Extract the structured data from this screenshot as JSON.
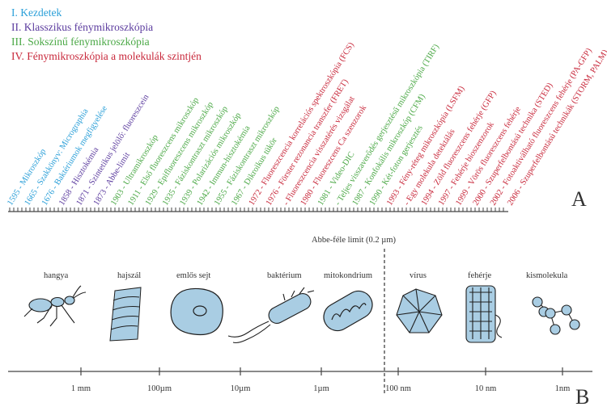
{
  "legend": [
    {
      "label": "I. Kezdetek",
      "color": "#2a9fd8"
    },
    {
      "label": "II. Klasszikus fénymikroszkópia",
      "color": "#5b3b9e"
    },
    {
      "label": "III. Sokszínű fénymikroszkópia",
      "color": "#4aa845"
    },
    {
      "label": "IV. Fénymikroszkópia a molekulák szintjén",
      "color": "#c8283b"
    }
  ],
  "panel_a": "A",
  "panel_b": "B",
  "timeline": [
    {
      "text": "1595 - Mikroszkóp",
      "era": 0
    },
    {
      "text": "1665 - Szakkönyv: Micrographia",
      "era": 0
    },
    {
      "text": "1676 - Baktériumok megfigyelése",
      "era": 0
    },
    {
      "text": "1858 - Hisztokémia",
      "era": 1
    },
    {
      "text": "1871 - Szintetikus jelölő: fluoreszcein",
      "era": 1
    },
    {
      "text": "1873 - Abbe-limit",
      "era": 1
    },
    {
      "text": "1903 - Ultramikroszkóp",
      "era": 2
    },
    {
      "text": "1911 - Első fluoreszcens mikroszkóp",
      "era": 2
    },
    {
      "text": "1929 - Epifluoreszcens mikroszkóp",
      "era": 2
    },
    {
      "text": "1935 - Fáziskontraszt mikroszkóp",
      "era": 2
    },
    {
      "text": "1939 - Polarizációs mikroszkóp",
      "era": 2
    },
    {
      "text": "1942 - Immun-hisztokémia",
      "era": 2
    },
    {
      "text": "1955 - Fáziskontraszt mikroszkóp",
      "era": 2
    },
    {
      "text": "1967 - Dikroikus tükör",
      "era": 2
    },
    {
      "text": "1972 - Fluoreszcencia korrelációs spektroszkópia (FCS)",
      "era": 3
    },
    {
      "text": "1976 - Förster rezonancia transzfer (FRET)",
      "era": 3
    },
    {
      "text": "- Fluoreszcencia visszatérés vizsgálat",
      "era": 3
    },
    {
      "text": "1980 - Fluoreszcens Ca szenzorok",
      "era": 3
    },
    {
      "text": "1981 - Video-DIC",
      "era": 2
    },
    {
      "text": "- Teljes visszaverődés gerjesztésű mikroszkópia (TIRF)",
      "era": 2
    },
    {
      "text": "1987 - Konfokális mikroszkóp (CFM)",
      "era": 2
    },
    {
      "text": "1990 - Két-foton gerjesztés",
      "era": 2
    },
    {
      "text": "1993 - Fény-réteg mikroszkópia (LSFM)",
      "era": 3
    },
    {
      "text": "- Egy molekula detektálás",
      "era": 3
    },
    {
      "text": "1994 - Zöld fluoreszcens fehérje (GFP)",
      "era": 3
    },
    {
      "text": "1997 - Fehérje bioszenzorok",
      "era": 3
    },
    {
      "text": "1999 - Vörös fluoreszcens fehérje",
      "era": 3
    },
    {
      "text": "2000 - Szuperfelbontású technika (STED)",
      "era": 3
    },
    {
      "text": "2002 - Fotoaktiválható fluoreszcens fehérje (PA-GFP)",
      "era": 3
    },
    {
      "text": "2006 - Szuperfelbontású technikák (STORM, PALM)",
      "era": 3
    }
  ],
  "abbe_label": "Abbe-féle limit (0.2 µm)",
  "organisms": [
    {
      "label": "hangya",
      "icon": "ant-icon"
    },
    {
      "label": "hajszál",
      "icon": "hair-icon"
    },
    {
      "label": "emlős sejt",
      "icon": "mammal-cell-icon"
    },
    {
      "label": "baktérium",
      "icon": "bacterium-icon"
    },
    {
      "label": "mitokondrium",
      "icon": "mitochondrion-icon"
    },
    {
      "label": "vírus",
      "icon": "virus-icon"
    },
    {
      "label": "fehérje",
      "icon": "protein-icon"
    },
    {
      "label": "kismolekula",
      "icon": "small-molecule-icon"
    }
  ],
  "scale_labels": [
    "1 mm",
    "100µm",
    "10µm",
    "1µm",
    "100 nm",
    "10 nm",
    "1nm"
  ],
  "colors": {
    "fill": "#a9cde3",
    "stroke": "#1f1f1f",
    "axis": "#444444"
  }
}
